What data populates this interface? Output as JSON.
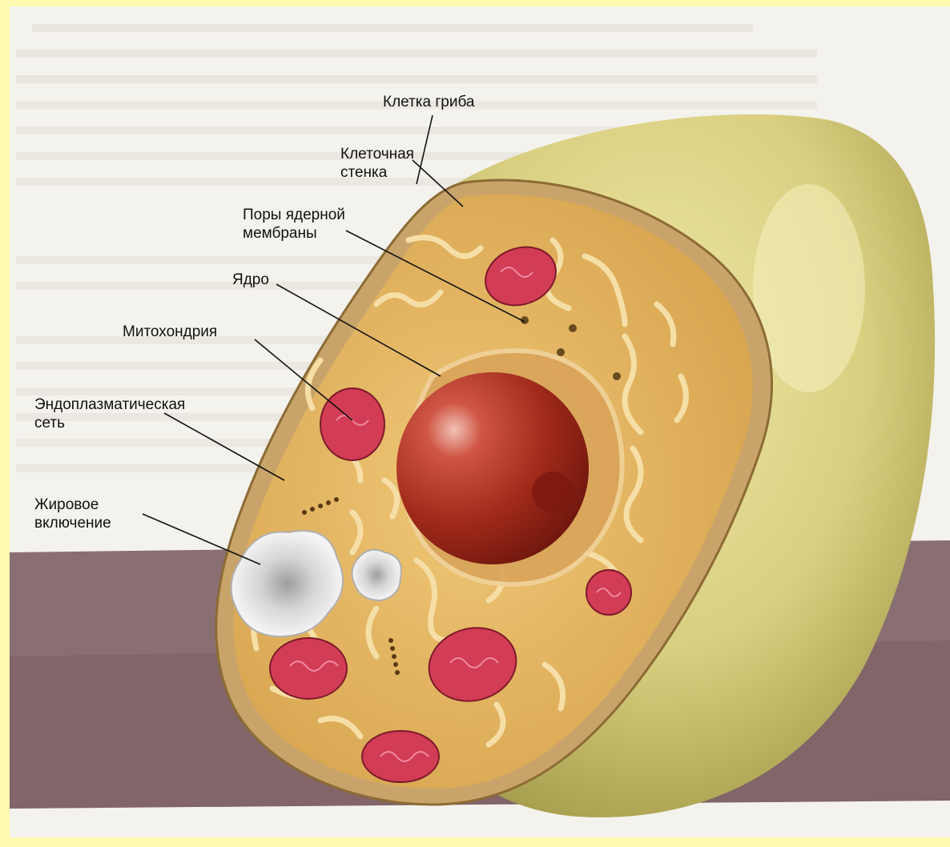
{
  "diagram": {
    "labels": {
      "cell": "Клетка гриба",
      "cell_wall_line1": "Клеточная",
      "cell_wall_line2": "стенка",
      "nuclear_pores_line1": "Поры ядерной",
      "nuclear_pores_line2": "мембраны",
      "nucleus": "Ядро",
      "mitochondrion": "Митохондрия",
      "er_line1": "Эндоплазматическая",
      "er_line2": "сеть",
      "fat_line1": "Жировое",
      "fat_line2": "включение"
    },
    "colors": {
      "frame": "#fff9b0",
      "page": "#f4f2ec",
      "shadow_band": "#8a6f72",
      "cell_body": "#e4b45a",
      "cell_wall": "#c9a46a",
      "outer_shell": "#c9bd62",
      "nucleus": "#a82a1c",
      "mitochondria": "#d23c55",
      "fat_droplet": "#eeeeee"
    }
  }
}
